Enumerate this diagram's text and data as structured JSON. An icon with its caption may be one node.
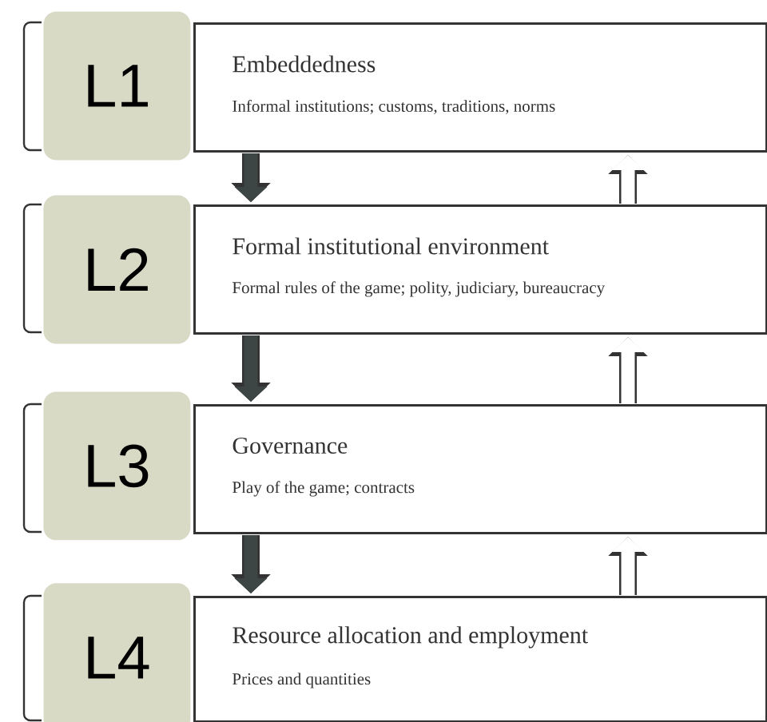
{
  "diagram": {
    "nodes": [
      {
        "text": [
          "L1"
        ]
      },
      {
        "text": [
          "Embeddedness",
          "Informal institutions; customs, traditions, norms"
        ]
      },
      {
        "text": [
          "L2"
        ]
      },
      {
        "text": [
          "Formal institutional environment",
          "Formal rules of the game; polity, judiciary, bureaucracy"
        ]
      },
      {
        "text": [
          "L3"
        ]
      },
      {
        "text": [
          "Governance",
          "Play of the game; contracts"
        ]
      },
      {
        "text": [
          "L4"
        ]
      },
      {
        "text": [
          "Resource allocation and employment",
          "Prices and quantities"
        ]
      }
    ],
    "edges": [
      {
        "from": 1,
        "to": 3,
        "arrow": "to",
        "color": "#3d4545"
      },
      {
        "from": 3,
        "to": 1,
        "arrow": "to",
        "color": "#ffffff"
      },
      {
        "from": 3,
        "to": 5,
        "arrow": "to",
        "color": "#3d4545"
      },
      {
        "from": 5,
        "to": 3,
        "arrow": "to",
        "color": "#ffffff"
      },
      {
        "from": 5,
        "to": 7,
        "arrow": "to",
        "color": "#3d4545"
      },
      {
        "from": 7,
        "to": 5,
        "arrow": "to",
        "color": "#ffffff"
      }
    ]
  }
}
